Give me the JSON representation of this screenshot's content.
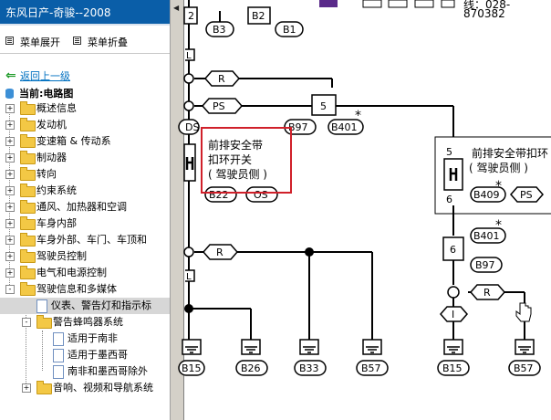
{
  "sidebar": {
    "title": "东风日产-奇骏--2008",
    "expand_label": "菜单展开",
    "collapse_label": "菜单折叠",
    "back_label": "返回上一级",
    "current_label": "当前:电路图",
    "tree": [
      {
        "label": "概述信息",
        "expander": "+"
      },
      {
        "label": "发动机",
        "expander": "+"
      },
      {
        "label": "变速箱 & 传动系",
        "expander": "+"
      },
      {
        "label": "制动器",
        "expander": "+"
      },
      {
        "label": "转向",
        "expander": "+"
      },
      {
        "label": "约束系统",
        "expander": "+"
      },
      {
        "label": "通风、加热器和空调",
        "expander": "+"
      },
      {
        "label": "车身内部",
        "expander": "+"
      },
      {
        "label": "车身外部、车门、车顶和",
        "expander": "+"
      },
      {
        "label": "驾驶员控制",
        "expander": "+"
      },
      {
        "label": "电气和电源控制",
        "expander": "+"
      },
      {
        "label": "驾驶信息和多媒体",
        "expander": "-"
      },
      {
        "label": "仪表、警告灯和指示标",
        "expander": ""
      },
      {
        "label": "警告蜂鸣器系统",
        "expander": "-"
      },
      {
        "label": "适用于南非",
        "expander": ""
      },
      {
        "label": "适用于墨西哥",
        "expander": ""
      },
      {
        "label": "南非和墨西哥除外",
        "expander": ""
      },
      {
        "label": "音响、视频和导航系统",
        "expander": "+"
      }
    ]
  },
  "header": {
    "phone_fragment": "线：028-870382"
  },
  "diagram": {
    "connectors": {
      "b3": "B3",
      "b1": "B1",
      "b2_num": "B2",
      "two": "2",
      "b97": "B97",
      "b401": "B401",
      "five": "5",
      "b22": "B22",
      "os": "OS",
      "ds": "DS",
      "b409": "B409",
      "ps_right": "PS",
      "five_r": "5",
      "six_r": "6",
      "b401_r": "B401",
      "six_box": "6",
      "b97_r": "B97",
      "b15": "B15",
      "b26": "B26",
      "b33": "B33",
      "b57": "B57",
      "b15_r": "B15",
      "b57_r": "B57"
    },
    "flags": {
      "r1": "R",
      "ps": "PS",
      "r2": "R",
      "r3": "R",
      "l1": "L",
      "l2": "L",
      "i1": "I"
    },
    "left_switch": {
      "line1": "前排安全带",
      "line2": "扣环开关",
      "line3": "( 驾驶员侧 )"
    },
    "right_switch": {
      "line1": "前排安全带扣环",
      "line2": "( 驾驶员侧 )"
    },
    "star": "*",
    "highlight_color": "#d0202a"
  }
}
